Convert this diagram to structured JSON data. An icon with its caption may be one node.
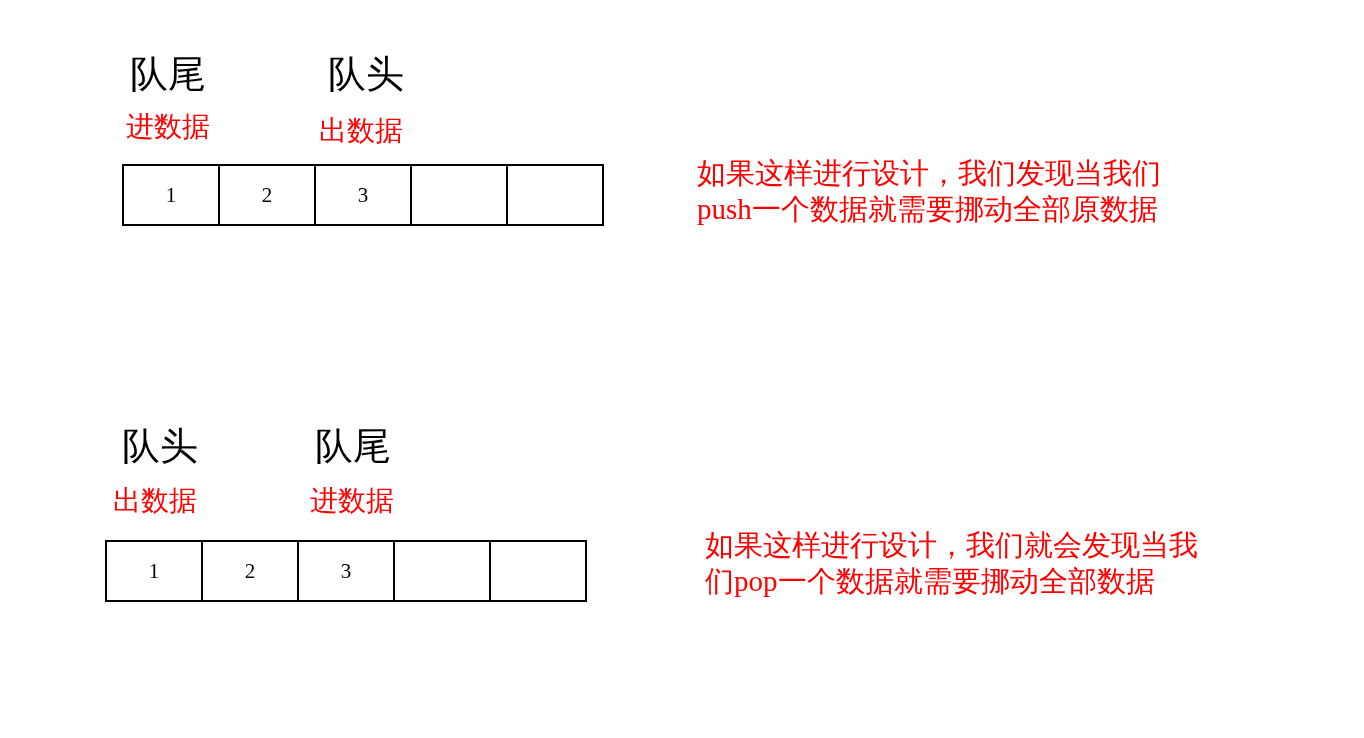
{
  "diagram": {
    "nodes": [
      {
        "text": [
          "1"
        ],
        "beside": [
          "队尾",
          "进数据"
        ]
      },
      {
        "text": [
          "2"
        ]
      },
      {
        "text": [
          "3"
        ],
        "beside": [
          "队头",
          "出数据"
        ]
      },
      {
        "text": [],
        "shape": "box"
      },
      {
        "text": [],
        "shape": "box"
      },
      {
        "text": [
          "1"
        ],
        "beside": [
          "队头",
          "出数据"
        ]
      },
      {
        "text": [
          "2"
        ]
      },
      {
        "text": [
          "3"
        ],
        "beside": [
          "队尾",
          "进数据"
        ]
      },
      {
        "text": [],
        "shape": "box"
      },
      {
        "text": [],
        "shape": "box"
      }
    ],
    "labels": [
      "如果这样进行设计，我们发现当我们push一个数据就需要挪动全部原数据",
      "如果这样进行设计，我们就会发现当我们pop一个数据就需要挪动全部数据"
    ]
  }
}
